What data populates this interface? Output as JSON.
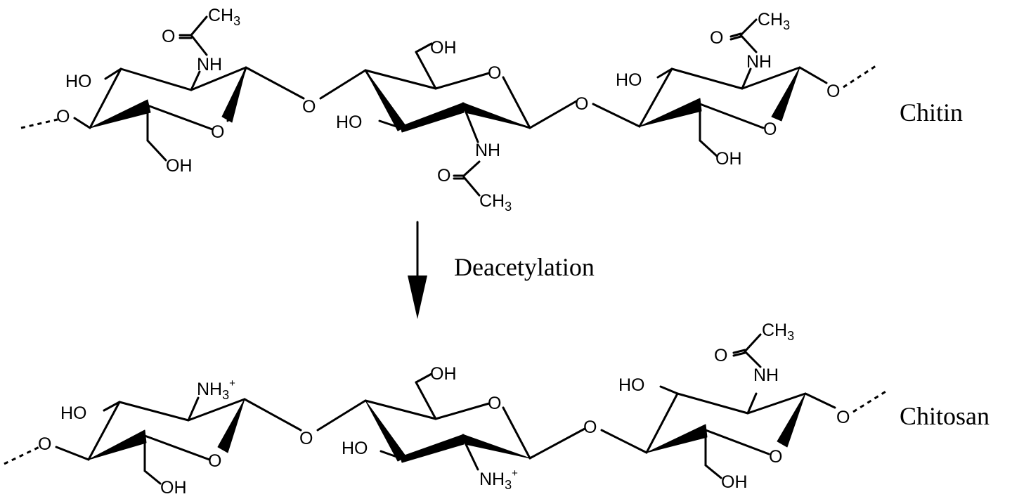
{
  "compounds": {
    "top_name": "Chitin",
    "bottom_name": "Chitosan"
  },
  "reaction": {
    "label": "Deacetylation"
  },
  "atoms": {
    "O": "O",
    "OH": "OH",
    "HO": "HO",
    "NH": "NH",
    "CH": "CH",
    "NH3": "NH",
    "sub3": "3",
    "plus": "+"
  }
}
